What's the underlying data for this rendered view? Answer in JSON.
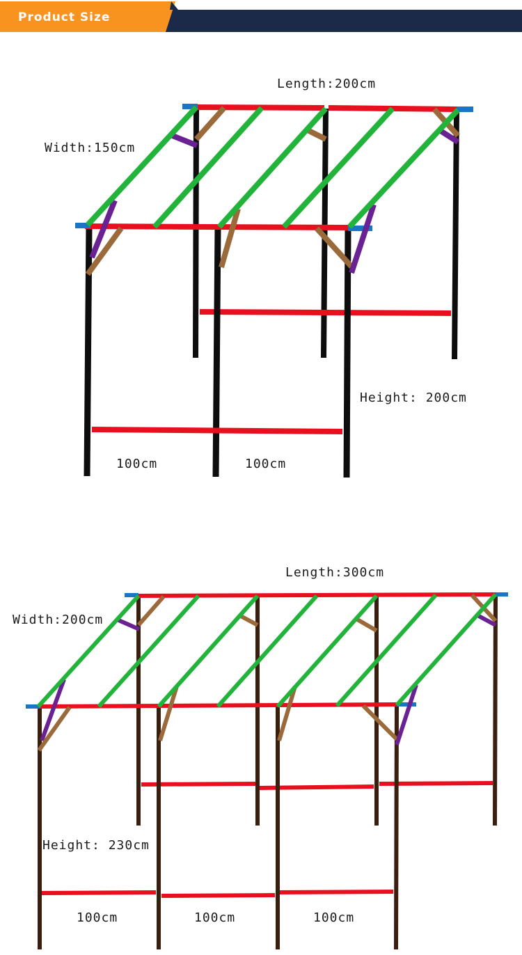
{
  "header": {
    "title": "Product Size",
    "accent_color": "#f7931e",
    "bar_color": "#1b2a48"
  },
  "colors": {
    "post": "#0d0d0d",
    "beam": "#e8101e",
    "rafter": "#22b33a",
    "brace_brown": "#9a6a3a",
    "brace_purple": "#6a2191",
    "cap": "#1a76c4"
  },
  "diagram1": {
    "length_label": "Length:200cm",
    "width_label": "Width:150cm",
    "height_label": "Height: 200cm",
    "bays": [
      "100cm",
      "100cm"
    ]
  },
  "diagram2": {
    "length_label": "Length:300cm",
    "width_label": "Width:200cm",
    "height_label": "Height: 230cm",
    "bays": [
      "100cm",
      "100cm",
      "100cm"
    ]
  }
}
